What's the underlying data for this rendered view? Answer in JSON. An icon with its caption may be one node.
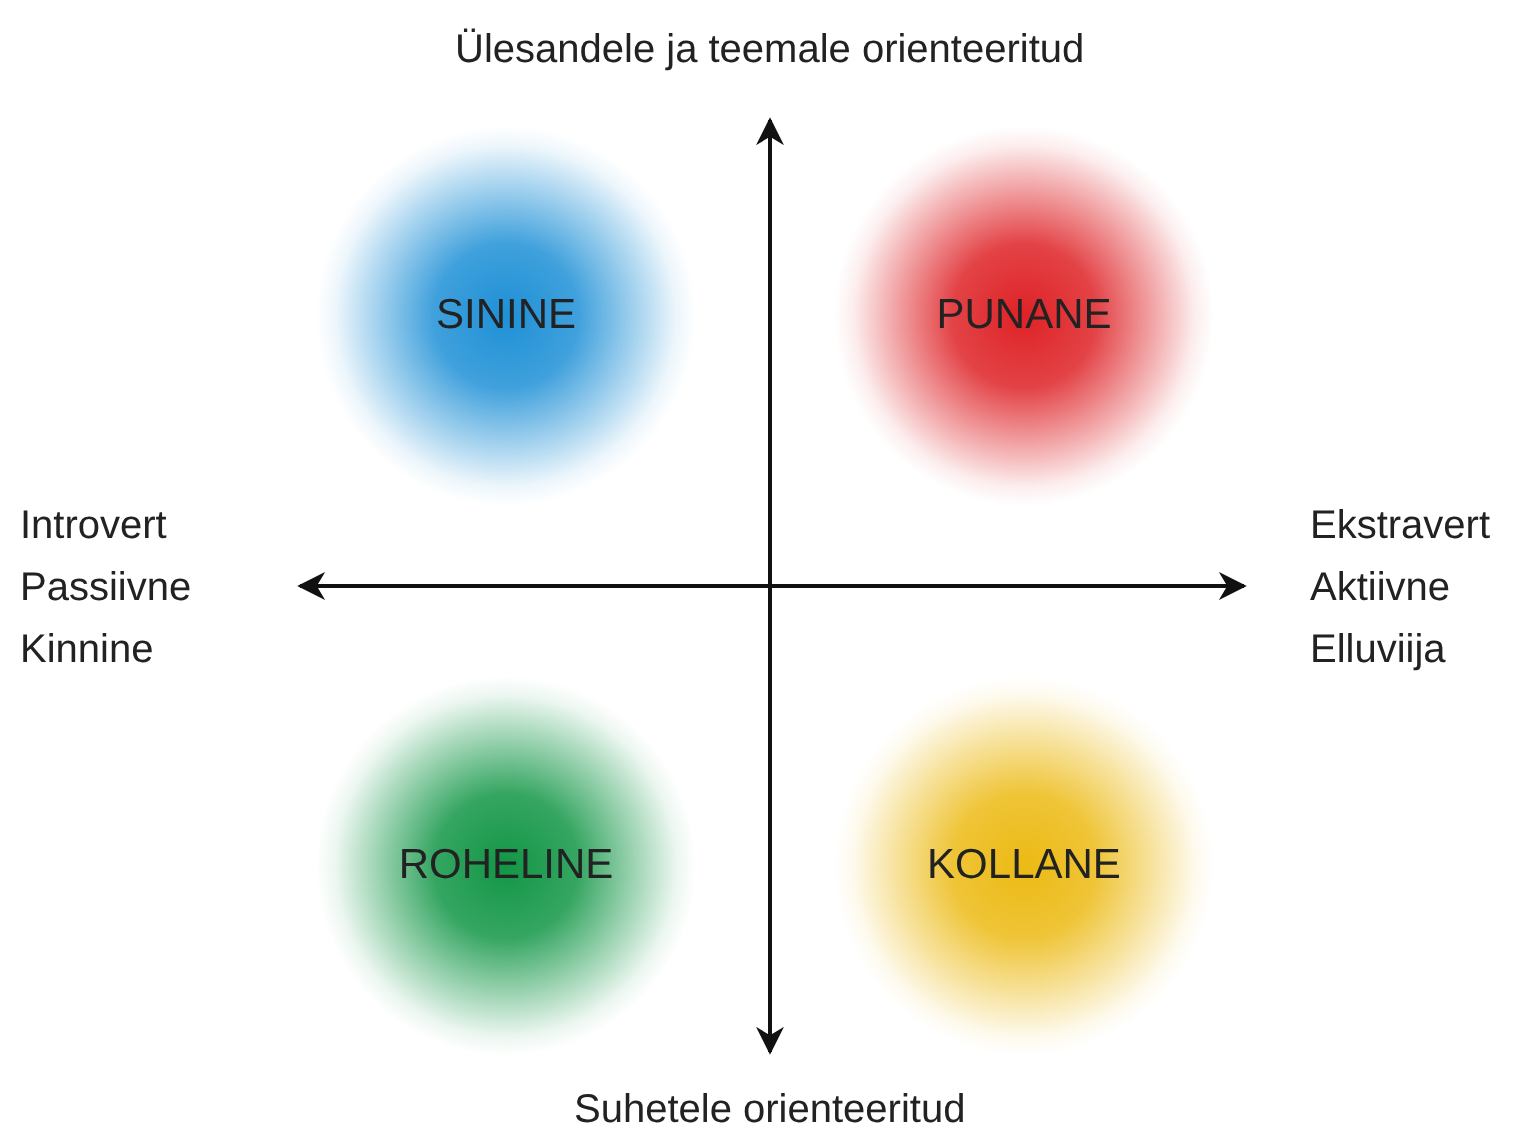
{
  "diagram": {
    "nodes": [
      {
        "text": [
          "SININE"
        ]
      },
      {
        "text": [
          "PUNANE"
        ]
      },
      {
        "text": [
          "ROHELINE"
        ]
      },
      {
        "text": [
          "KOLLANE"
        ]
      }
    ],
    "labels": [
      "Ülesandele ja teemale orienteeritud",
      "Introvert",
      "Passiivne",
      "Kinnine",
      "Ekstravert",
      "Aktiivne",
      "Elluviija",
      "Suhetele orienteeritud"
    ]
  }
}
